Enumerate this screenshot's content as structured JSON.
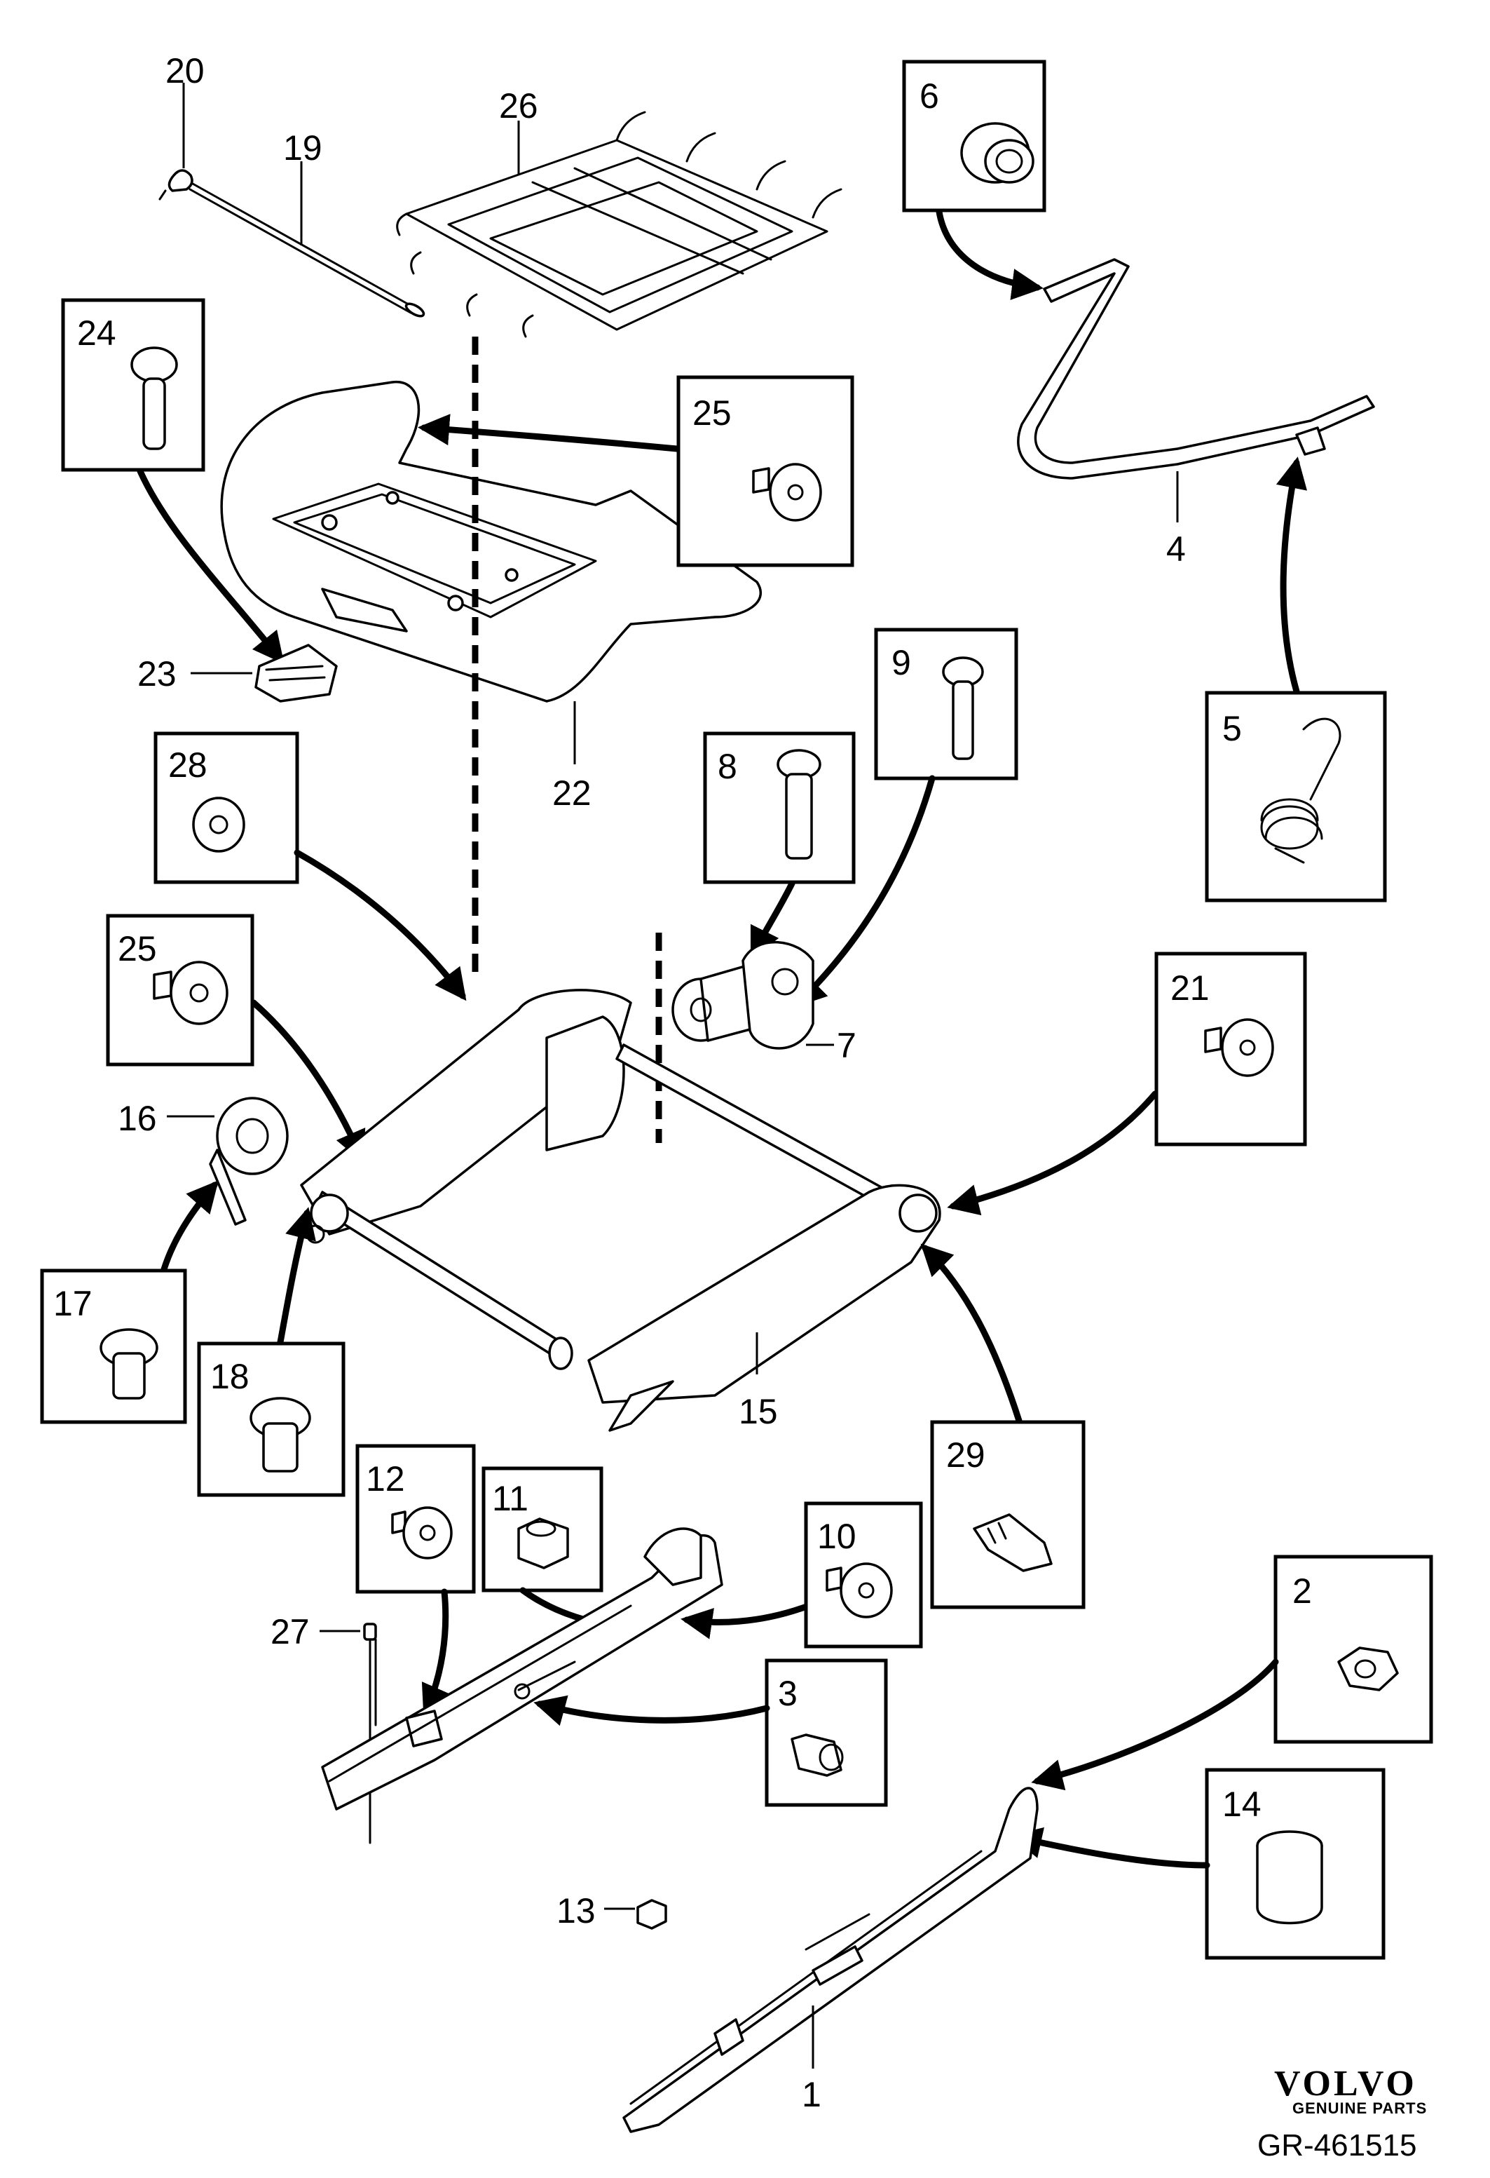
{
  "diagram": {
    "labels": {
      "p1": "1",
      "p2": "2",
      "p3": "3",
      "p4": "4",
      "p5": "5",
      "p6": "6",
      "p7": "7",
      "p8": "8",
      "p9": "9",
      "p10": "10",
      "p11": "11",
      "p12": "12",
      "p13": "13",
      "p14": "14",
      "p15": "15",
      "p16": "16",
      "p17": "17",
      "p18": "18",
      "p19": "19",
      "p20": "20",
      "p21": "21",
      "p22": "22",
      "p23": "23",
      "p24": "24",
      "p25a": "25",
      "p25b": "25",
      "p26": "26",
      "p27": "27",
      "p28": "28",
      "p29": "29"
    }
  },
  "branding": {
    "logo_text": "VOLVO",
    "logo_sub": "GENUINE PARTS",
    "reference": "GR-461515"
  }
}
